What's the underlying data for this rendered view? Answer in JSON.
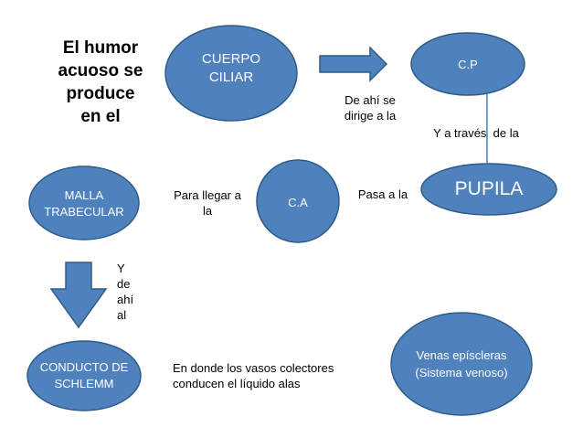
{
  "colors": {
    "node_fill": "#4f81bd",
    "node_stroke": "#2e5c8a",
    "text_on_node": "#ffffff",
    "connector": "#4f81bd"
  },
  "title": "El humor\nacuoso se\nproduce\nen el",
  "nodes": {
    "cuerpo_ciliar": "CUERPO\nCILIAR",
    "cp": "C.P",
    "pupila": "PUPILA",
    "ca": "C.A",
    "malla_trabecular": "MALLA\nTRABECULAR",
    "conducto_schlemm": "CONDUCTO DE\nSCHLEMM",
    "venas_episcleras": "Venas epíscleras\n(Sistema venoso)"
  },
  "labels": {
    "de_ahi_se_dirige": "De ahí se\ndirige a la",
    "y_a_traves": "Y a través  de la",
    "pasa_a_la": "Pasa a la",
    "para_llegar": "Para llegar a\nla",
    "y_de_ahi_al": "Y\nde\nahí\nal",
    "en_donde": "En donde los vasos colectores\nconducen el líquido alas"
  }
}
